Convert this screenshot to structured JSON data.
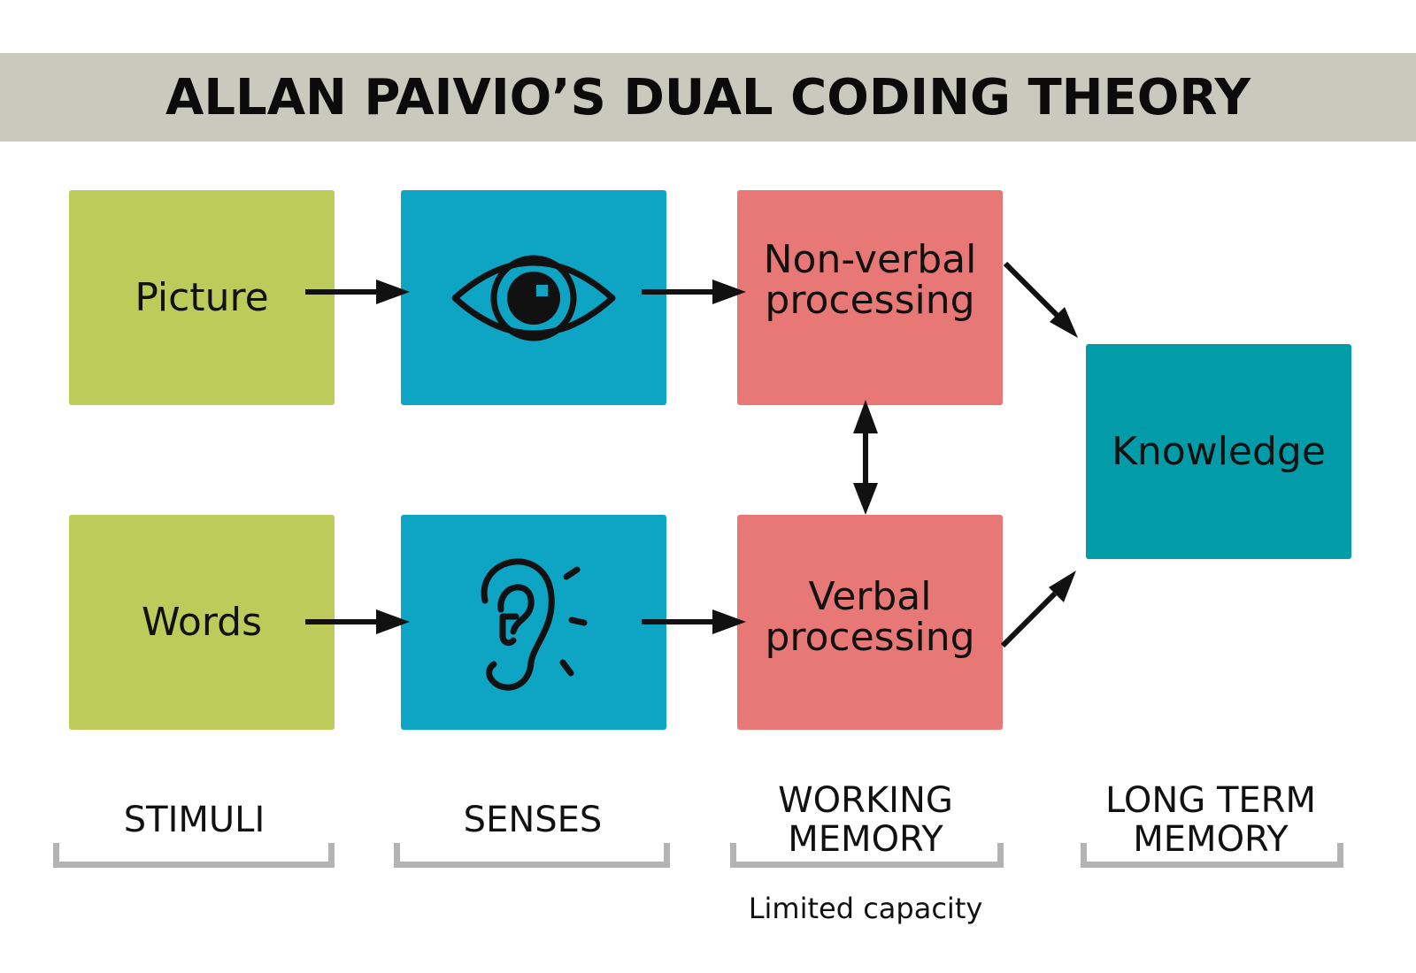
{
  "title": "ALLAN PAIVIO’S DUAL CODING THEORY",
  "colors": {
    "title_bar": "#c9c9bd",
    "stimuli": "#bdcb5a",
    "senses": "#0ea5c5",
    "working_memory": "#e87875",
    "long_term_memory": "#019ca8",
    "bracket": "#b3b3b3",
    "ink": "#111111"
  },
  "stimuli": {
    "picture": "Picture",
    "words": "Words"
  },
  "senses": {
    "eye_icon": "eye-icon",
    "ear_icon": "ear-icon"
  },
  "working_memory": {
    "nonverbal_line1": "Non-verbal",
    "nonverbal_line2": "processing",
    "verbal_line1": "Verbal",
    "verbal_line2": "processing"
  },
  "long_term_memory": {
    "knowledge": "Knowledge"
  },
  "columns": {
    "stimuli": "STIMULI",
    "senses": "SENSES",
    "working_memory_line1": "WORKING",
    "working_memory_line2": "MEMORY",
    "long_term_memory_line1": "LONG TERM",
    "long_term_memory_line2": "MEMORY"
  },
  "note": "Limited capacity"
}
